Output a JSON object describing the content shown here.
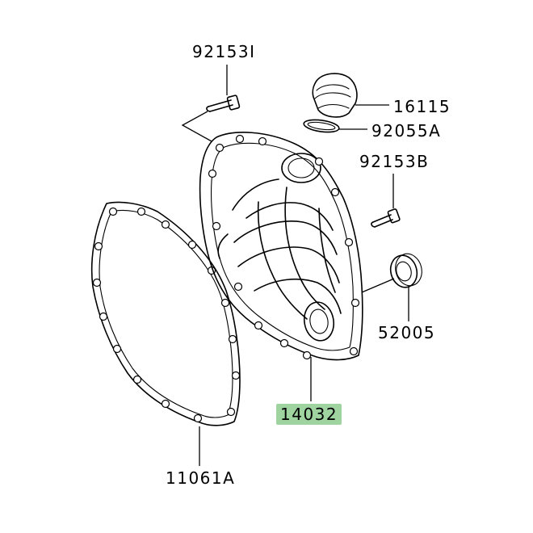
{
  "diagram": {
    "highlight_color": "#9fd39f",
    "line_color": "#000000",
    "parts": [
      {
        "id": "bolt_top",
        "number": "92153I"
      },
      {
        "id": "plug",
        "number": "16115"
      },
      {
        "id": "o_ring",
        "number": "92055A"
      },
      {
        "id": "bolt_right",
        "number": "92153B"
      },
      {
        "id": "oil_seal",
        "number": "52005"
      },
      {
        "id": "cover",
        "number": "14032",
        "highlighted": true
      },
      {
        "id": "gasket",
        "number": "11061A"
      }
    ]
  }
}
